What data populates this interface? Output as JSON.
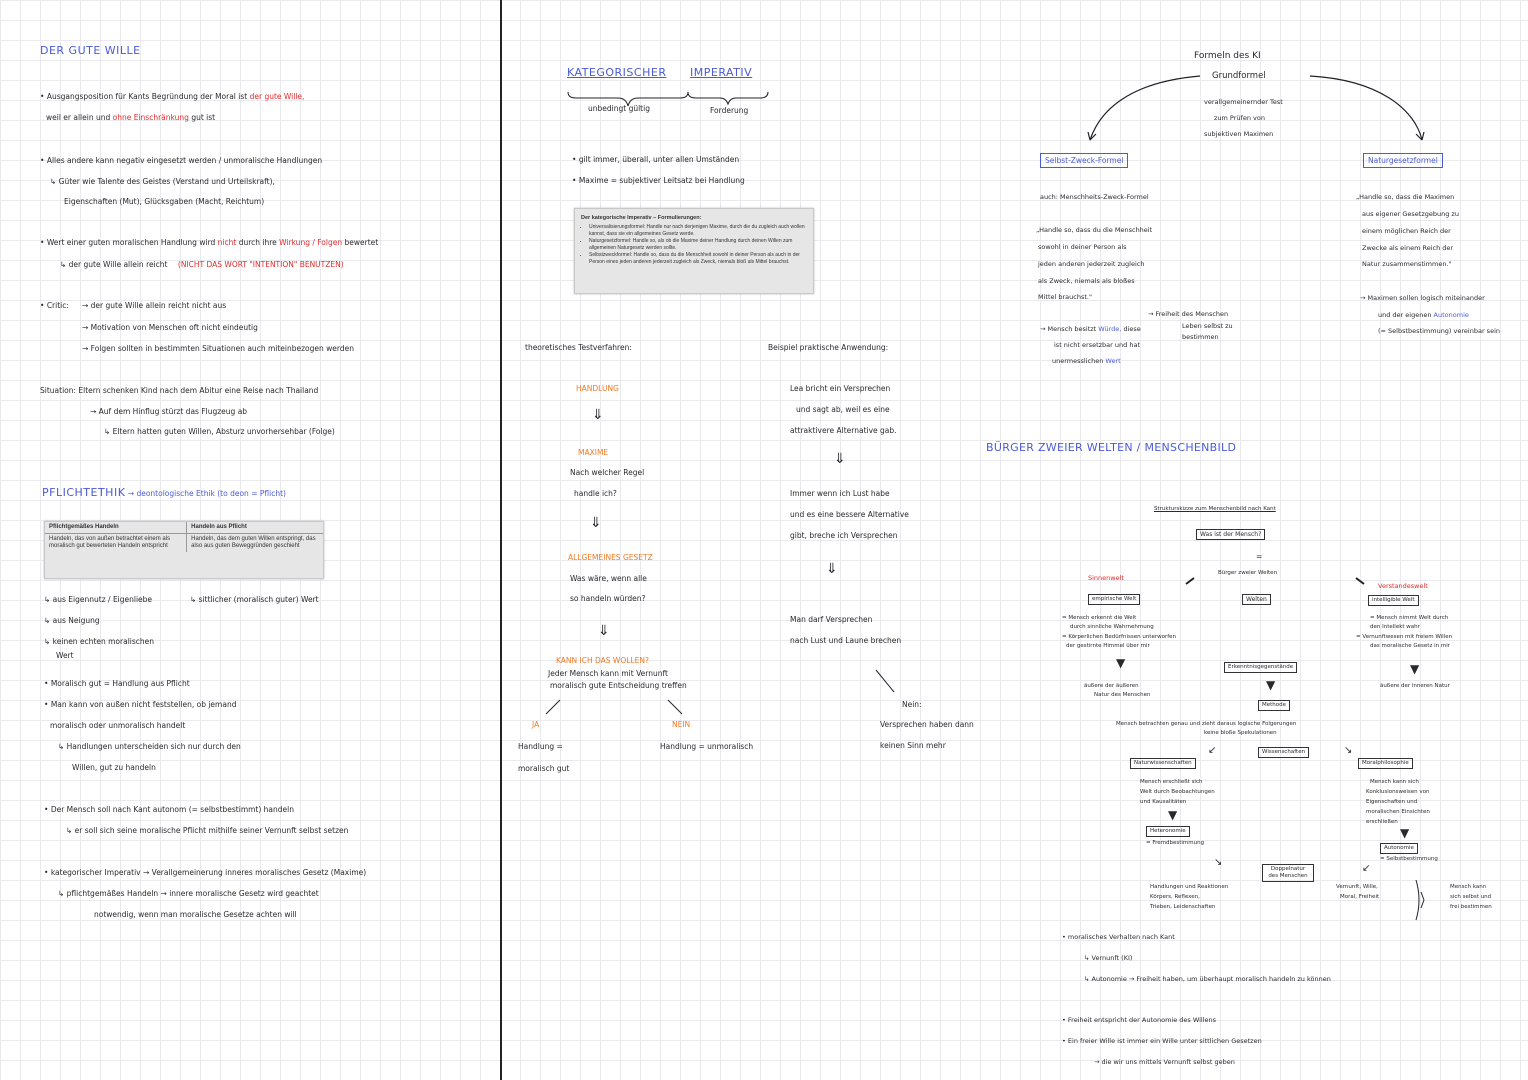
{
  "left": {
    "title": "DER GUTE WILLE",
    "p1a": "Ausgangsposition für Kants Begründung der Moral ist",
    "p1b": "der gute Wille,",
    "p1c": "weil er allein und",
    "p1d": "ohne Einschränkung",
    "p1e": "gut ist",
    "p2a": "Alles andere kann negativ eingesetzt werden / unmoralische Handlungen",
    "p2b": "↳ Güter wie Talente des Geistes (Verstand und Urteilskraft),",
    "p2c": "Eigenschaften (Mut), Glücksgaben (Macht, Reichtum)",
    "p3a": "Wert einer guten moralischen Handlung wird",
    "p3b": "nicht",
    "p3c": "durch ihre",
    "p3d": "Wirkung / Folgen",
    "p3e": "bewertet",
    "p3f": "↳ der gute Wille allein reicht",
    "p3g": "(NICHT DAS WORT \"INTENTION\" BENUTZEN)",
    "c0": "Critic:",
    "c1": "→ der gute Wille allein reicht nicht aus",
    "c2": "→ Motivation von Menschen oft nicht eindeutig",
    "c3": "→ Folgen sollten in bestimmten Situationen auch miteinbezogen werden",
    "s1": "Situation: Eltern schenken Kind nach dem Abitur eine Reise nach Thailand",
    "s2": "→ Auf dem Hinflug stürzt das Flugzeug ab",
    "s3": "↳ Eltern hatten guten Willen, Absturz unvorhersehbar (Folge)",
    "pf1": "PFLICHTETHIK",
    "pf2": "→ deontologische Ethik (to deon = Pflicht)",
    "th1": "Pflichtgemäßes Handeln",
    "th2": "Handeln aus Pflicht",
    "td1": "Handeln, das von außen betrachtet einem als moralisch gut bewerteten Handeln entspricht",
    "td2": "Handeln, das dem guten Willen entspringt, das also aus guten Beweggründen geschieht",
    "u1": "↳ aus Eigennutz / Eigenliebe",
    "u2": "↳ sittlicher (moralisch guter) Wert",
    "u3": "↳ aus Neigung",
    "u4": "↳ keinen echten moralischen",
    "u5": "Wert",
    "m1": "Moralisch gut = Handlung aus Pflicht",
    "m2": "Man kann von außen nicht feststellen, ob jemand",
    "m3": "moralisch oder unmoralisch handelt",
    "m4": "↳ Handlungen unterscheiden sich nur durch den",
    "m5": "Willen, gut zu handeln",
    "a1": "Der Mensch soll nach Kant autonom (= selbstbestimmt) handeln",
    "a2": "↳ er soll sich seine moralische Pflicht mithilfe seiner Vernunft selbst setzen",
    "k1": "kategorischer Imperativ → Verallgemeinerung inneres moralisches Gesetz (Maxime)",
    "k2": "↳ pflichtgemäßes Handeln → innere moralische Gesetz wird geachtet",
    "k3": "notwendig, wenn man moralische Gesetze achten will"
  },
  "middle": {
    "title1": "KATEGORISCHER",
    "title2": "IMPERATIV",
    "sub1": "unbedingt gültig",
    "sub2": "Forderung",
    "b1": "gilt immer, überall, unter allen Umständen",
    "b2": "Maxime = subjektiver Leitsatz bei Handlung",
    "ph_title": "Der kategorische Imperativ – Formulierungen:",
    "ph1": "Universalisierungsformel: Handle nur nach derjenigen Maxime, durch die du zugleich auch wollen kannst, dass sie ein allgemeines Gesetz werde.",
    "ph2": "Naturgesetzformel: Handle so, als ob die Maxime deiner Handlung durch deinen Willen zum allgemeinen Naturgesetz werden sollte.",
    "ph3": "Selbstzweckformel: Handle so, dass du die Menschheit sowohl in deiner Person als auch in der Person eines jeden anderen jederzeit zugleich als Zweck, niemals bloß als Mittel brauchst.",
    "tv": "theoretisches Testverfahren:",
    "bp": "Beispiel praktische Anwendung:",
    "f1": "HANDLUNG",
    "f2": "MAXIME",
    "f3": "Nach welcher Regel",
    "f4": "handle ich?",
    "f5": "ALLGEMEINES GESETZ",
    "f6": "Was wäre, wenn alle",
    "f7": "so handeln würden?",
    "f8": "KANN ICH DAS WOLLEN?",
    "f9": "Jeder Mensch kann mit Vernunft",
    "f10": "moralisch gute Entscheidung treffen",
    "ja": "JA",
    "nein": "NEIN",
    "j1": "Handlung =",
    "j2": "moralisch gut",
    "n1": "Handlung = unmoralisch",
    "e1": "Lea bricht ein Versprechen",
    "e2": "und sagt ab, weil es eine",
    "e3": "attraktivere Alternative gab.",
    "e4": "Immer wenn ich Lust habe",
    "e5": "und es eine bessere Alternative",
    "e6": "gibt, breche ich Versprechen",
    "e7": "Man darf Versprechen",
    "e8": "nach Lust und Laune brechen",
    "e9": "Nein:",
    "e10": "Versprechen haben dann",
    "e11": "keinen Sinn mehr"
  },
  "right": {
    "ft1": "Formeln des KI",
    "ft2": "Grundformel",
    "ft3": "verallgemeinernder Test",
    "ft4": "zum Prüfen von",
    "ft5": "subjektiven Maximen",
    "sz": "Selbst-Zweck-Formel",
    "ng": "Naturgesetzformel",
    "sz1": "auch: Menschheits-Zweck-Formel",
    "sz2": "„Handle so, dass du die Menschheit",
    "sz3": "sowohl in deiner Person als",
    "sz4": "jeden anderen jederzeit zugleich",
    "sz5": "als Zweck, niemals als bloßes",
    "sz6": "Mittel brauchst.\"",
    "sz7": "→ Mensch besitzt",
    "sz7b": "Würde,",
    "sz7c": "diese",
    "sz8": "ist nicht ersetzbar und hat",
    "sz9": "unermesslichen",
    "sz9b": "Wert",
    "fr1": "→ Freiheit des Menschen",
    "fr2": "Leben selbst zu",
    "fr3": "bestimmen",
    "ng1": "„Handle so, dass die Maximen",
    "ng2": "aus eigener Gesetzgebung zu",
    "ng3": "einem möglichen Reich der",
    "ng4": "Zwecke als einem Reich der",
    "ng5": "Natur zusammenstimmen.\"",
    "ng6": "→ Maximen sollen logisch miteinander",
    "ng7": "und der eigenen",
    "ng7b": "Autonomie",
    "ng8": "(= Selbstbestimmung) vereinbar sein",
    "bw": "BÜRGER ZWEIER WELTEN / MENSCHENBILD",
    "st": "Strukturskizze zum Menschenbild nach Kant",
    "q": "Was ist der Mensch?",
    "eq": "=",
    "bz": "Bürger zweier Welten",
    "sw": "Sinnenwelt",
    "vw": "Verstandeswelt",
    "ew": "empirische Welt",
    "we": "Welten",
    "iw": "intelligible Welt",
    "sw1": "= Mensch erkennt die Welt",
    "sw2": "durch sinnliche Wahrnehmung",
    "sw3": "= Körperlichen Bedürfnissen unterworfen",
    "sw4": "der gestirnte Himmel über mir",
    "vw1": "= Mensch nimmt Welt durch",
    "vw2": "den Intellekt wahr",
    "vw3": "= Vernunftwesen mit freiem Willen",
    "vw4": "das moralische Gesetz in mir",
    "ek": "Erkenntnisgegenstände",
    "an": "äußere der äußeren",
    "an2": "Natur des Menschen",
    "in": "äußere der inneren Natur",
    "me": "Methode",
    "mm": "Mensch betrachten genau und zieht daraus logische Folgerungen",
    "mm2": "keine bloße Spekulationen",
    "wi": "Wissenschaften",
    "nw": "Naturwissenschaften",
    "mp": "Moralphilosophie",
    "nw1": "Mensch erschließt sich",
    "nw2": "Welt durch Beobachtungen",
    "nw3": "und Kausalitäten",
    "mp1": "Mensch kann sich",
    "mp2": "Konklusionsweisen von",
    "mp3": "Eigenschaften und",
    "mp4": "moralischen Einsichten",
    "mp5": "erschließen",
    "he": "Heteronomie",
    "he1": "= Fremdbestimmung",
    "au": "Autonomie",
    "au1": "= Selbstbestimmung",
    "dn": "Doppelnatur des Menschen",
    "ko1": "Handlungen und Reaktionen",
    "ko2": "Körpers, Reflexen,",
    "ko3": "Trieben, Leidenschaften",
    "ve1": "Vernunft, Wille,",
    "ve2": "Moral, Freiheit",
    "ve3": "Mensch kann",
    "ve4": "sich selbst und",
    "ve5": "frei bestimmen",
    "mv1": "moralisches Verhalten nach Kant",
    "mv2": "↳ Vernunft (KI)",
    "mv3": "↳ Autonomie → Freiheit haben, um überhaupt moralisch handeln zu können",
    "fa1": "Freiheit entspricht der Autonomie des Willens",
    "fa2": "Ein freier Wille ist immer ein Wille unter sittlichen Gesetzen",
    "fa3": "→ die wir uns mittels Vernunft selbst geben"
  }
}
